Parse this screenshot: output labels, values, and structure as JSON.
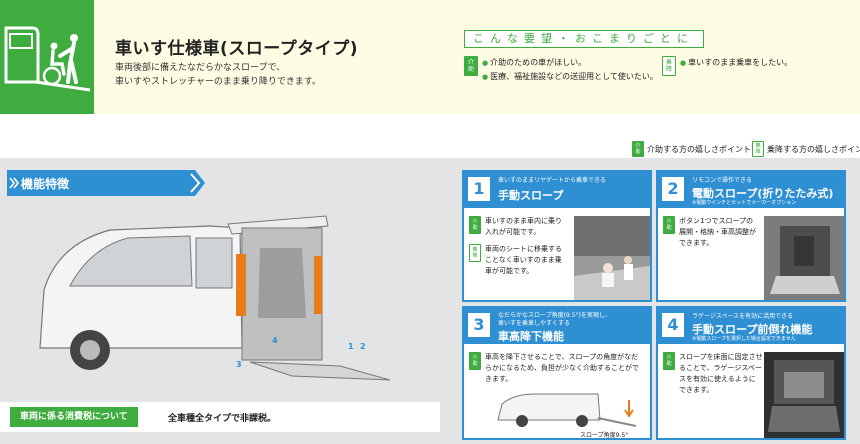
{
  "header": {
    "title": "車いす仕様車(スロープタイプ)",
    "desc_line1": "車両後部に備えたなだらかなスロープで、",
    "desc_line2": "車いすやストレッチャーのまま乗り降りできます。",
    "wish_heading": "こんな要望・おこまりごとに",
    "badge_caregiver_top": "介",
    "badge_caregiver_bottom": "助",
    "badge_passenger_top": "乗",
    "badge_passenger_bottom": "降",
    "wish_caregiver": [
      "介助のための車がほしい。",
      "医療、福祉施設などの送迎用として使いたい。"
    ],
    "wish_passenger": [
      "車いすのまま乗車をしたい。"
    ]
  },
  "legend": {
    "caregiver": "介助する方の嬉しさポイント",
    "passenger": "乗降する方の嬉しさポイント"
  },
  "features": {
    "tab_label": "機能特徴",
    "car_labels": [
      "1",
      "2",
      "3",
      "4"
    ],
    "tax_label": "車両に係る消費税について",
    "tax_text": "全車種全タイプで非課税。"
  },
  "cards": [
    {
      "num": "1",
      "sub": "車いすのままリヤゲートから乗車できる",
      "title": "手動スロープ",
      "note": "",
      "caregiver_line1": "車いすのまま車内に乗り",
      "caregiver_line2": "入れが可能です。",
      "passenger_line1": "車両のシートに移乗する",
      "passenger_line2": "ことなく車いすのまま乗",
      "passenger_line3": "車が可能です。"
    },
    {
      "num": "2",
      "sub": "リモコンで操作できる",
      "title": "電動スロープ(折りたたみ式)",
      "note": "※電動ウインチとセットでメーカーオプション",
      "caregiver_line1": "ボタン1つでスロープの",
      "caregiver_line2": "展開・格納・車高調整が",
      "caregiver_line3": "できます。"
    },
    {
      "num": "3",
      "sub": "なだらかなスロープ角度(9.5°)を実現し、",
      "sub2": "車いすを乗車しやすくする",
      "title": "車高降下機能",
      "caregiver_line1": "車高を降下させることで、スロープの角度がなだ",
      "caregiver_line2": "らかになるため、負担が少なく介助することがで",
      "caregiver_line3": "きます。",
      "caption": "スロープ角度9.5°"
    },
    {
      "num": "4",
      "sub": "ラゲージスペースを有効に活用できる",
      "title": "手動スロープ前倒れ機能",
      "note": "※電動スロープを選択した場合設定できません",
      "caregiver_line1": "スロープを床面に固定させ",
      "caregiver_line2": "ることで、ラゲージスペー",
      "caregiver_line3": "スを有効に使えるように",
      "caregiver_line4": "できます。"
    }
  ],
  "colors": {
    "green": "#3eac3f",
    "blue": "#2e8fd3",
    "header_bg": "#fffce4",
    "feature_bg": "#e2e4e5"
  }
}
